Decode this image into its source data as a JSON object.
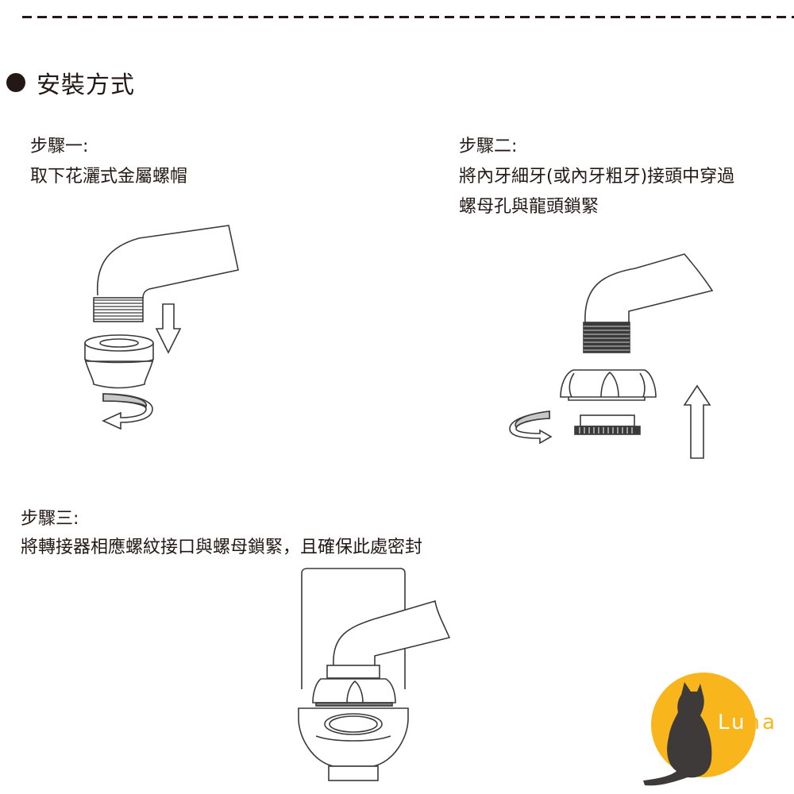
{
  "header": {
    "divider": "dashed-line"
  },
  "section": {
    "bullet_icon": "filled-circle",
    "title": "安裝方式"
  },
  "steps": [
    {
      "label": "步驟一:",
      "description_lines": [
        "取下花灑式金屬螺帽"
      ],
      "illustration": "faucet-remove-nut"
    },
    {
      "label": "步驟二:",
      "description_lines": [
        "將內牙細牙(或內牙粗牙)接頭中穿過",
        "螺母孔與龍頭鎖緊"
      ],
      "illustration": "faucet-attach-adapter"
    },
    {
      "label": "步驟三:",
      "description_lines": [
        "將轉接器相應螺紋接口與螺母鎖緊，且確保此處密封"
      ],
      "illustration": "filter-mounted-on-faucet"
    }
  ],
  "logo": {
    "text_inside": "Lu",
    "text_outside": "na",
    "full_text": "Luna",
    "icon": "cat-silhouette-moon-icon",
    "circle_color": "#f9b51c",
    "cat_color": "#3e3a39"
  },
  "colors": {
    "text": "#231815",
    "line_art": "#3a3a3a",
    "arrow_fill": "#c8c8c8"
  }
}
